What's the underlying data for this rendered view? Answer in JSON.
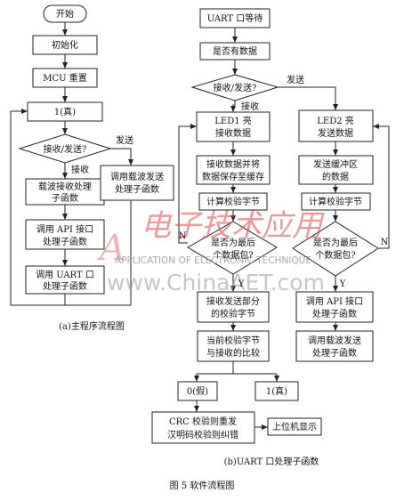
{
  "nodes": {
    "start": "开始",
    "init": "初始化",
    "mcu_reset": "MCU 重置",
    "one_true": "1(真)",
    "recv_send_q": "接收/发送?",
    "carrier_recv": [
      "载波接收处理",
      "子函数"
    ],
    "api_iface": [
      "调用 API 接口",
      "处理子函数"
    ],
    "uart_iface": [
      "调用 UART 口",
      "处理子函数"
    ],
    "carrier_send": [
      "调用载波发送",
      "处理子函数"
    ],
    "uart_wait": "UART 口等待",
    "has_data_q": "是否有数据",
    "recv_send_q2": "接收/发送?",
    "led1": [
      "LED1 亮",
      "接收数据"
    ],
    "save_buffer": [
      "接收数据并将",
      "数据保存至缓存"
    ],
    "calc_check1": "计算校验字节",
    "last_packet_q1": [
      "是否为最后",
      "个数据包?"
    ],
    "recv_check_part": [
      "接收发送部分",
      "的校验字节"
    ],
    "compare": [
      "当前校验字节",
      "与接收的比较"
    ],
    "zero_false": "0(假)",
    "one_true2": "1(真)",
    "crc_hamming": [
      "CRC 校验则重发",
      "汉明码校验则纠错"
    ],
    "host_display": "上位机显示",
    "led2": [
      "LED2 亮",
      "发送数据"
    ],
    "send_buffer": [
      "发送缓冲区",
      "的数据"
    ],
    "calc_check2": "计算校验字节",
    "last_packet_q2": [
      "是否为最后",
      "个数据包?"
    ],
    "api_iface2": [
      "调用 API 接口",
      "处理子函数"
    ],
    "carrier_send2": [
      "调用载波发送",
      "处理子函数"
    ]
  },
  "edge_labels": {
    "send": "发送",
    "recv": "接收",
    "send2": "发送",
    "recv2": "接收",
    "n_left": "N",
    "y_left": "Y",
    "n_right": "N",
    "y_right": "Y"
  },
  "captions": {
    "a": "(a)主程序流程图",
    "b": "(b)UART 口处理子函数",
    "figure": "图 5   软件流程图"
  },
  "watermark": {
    "cn": "电子技术应用",
    "en": "APPLICATION OF ELECTRONIC TECHNIQUE",
    "url": "www.ChinaAET.com"
  },
  "colors": {
    "line": "#222222",
    "box_fill": "#ffffff",
    "watermark_red": "#d94a4a",
    "watermark_gray": "#9a9a9a"
  }
}
